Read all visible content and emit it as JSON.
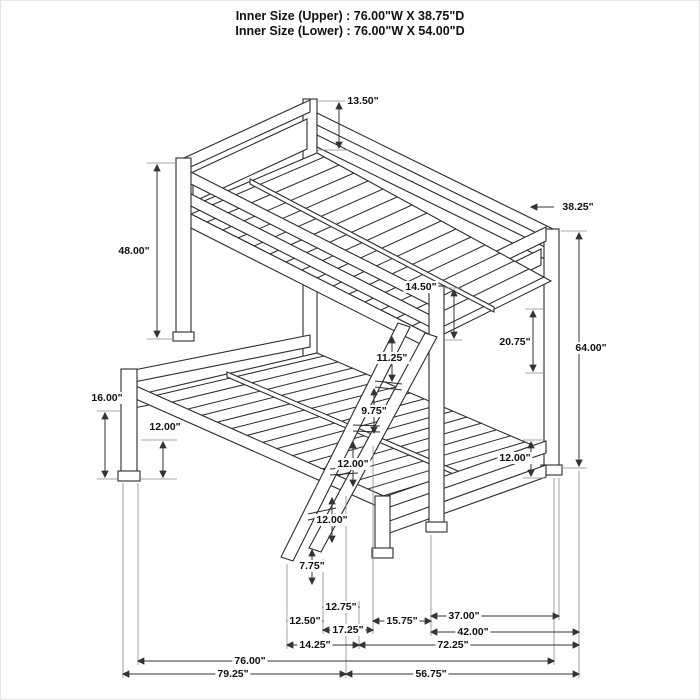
{
  "header": {
    "inner_size_upper": "Inner Size (Upper) : 76.00\"W X 38.75\"D",
    "inner_size_lower": "Inner Size (Lower) : 76.00\"W X 54.00\"D"
  },
  "dimensions": {
    "headboard_extension": "13.50\"",
    "upper_bed_depth": "38.25\"",
    "upper_bunk_height": "48.00\"",
    "upper_rail_height": "14.50\"",
    "bunk_clearance": "20.75\"",
    "overall_height": "64.00\"",
    "ladder_step_1": "11.25\"",
    "lower_bed_height": "16.00\"",
    "ladder_step_2": "9.75\"",
    "lower_leg_left": "12.00\"",
    "ladder_step_3": "12.00\"",
    "lower_leg_right": "12.00\"",
    "ladder_step_4": "12.00\"",
    "ladder_step_5": "7.75\"",
    "ladder_offset_a": "12.75\"",
    "ladder_offset_b": "12.50\"",
    "ladder_offset_c": "17.25\"",
    "ladder_offset_d": "15.75\"",
    "lower_foot_span": "37.00\"",
    "lower_depth_span": "42.00\"",
    "ladder_base_span": "14.25\"",
    "upper_span": "72.25\"",
    "inner_width": "76.00\"",
    "overall_width": "79.25\"",
    "ladder_to_end_span": "56.75\""
  }
}
